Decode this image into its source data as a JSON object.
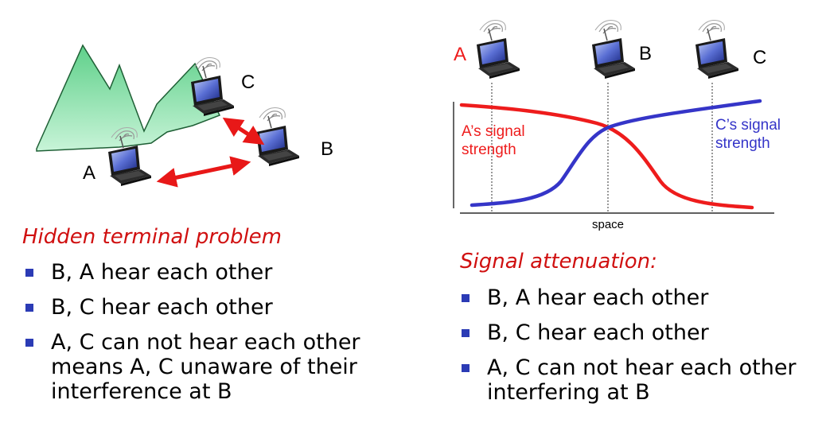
{
  "left_panel": {
    "nodes": {
      "a": "A",
      "b": "B",
      "c": "C"
    },
    "heading": "Hidden terminal problem",
    "bullets": [
      {
        "lines": [
          "B, A hear each other"
        ]
      },
      {
        "lines": [
          "B, C hear each other"
        ]
      },
      {
        "lines": [
          "A, C can not hear each other",
          "means A, C unaware of their",
          "interference at B"
        ]
      }
    ]
  },
  "right_panel": {
    "nodes": {
      "a": "A",
      "b": "B",
      "c": "C"
    },
    "curve_labels": {
      "a": [
        "A’s signal",
        "strength"
      ],
      "c": [
        "C’s signal",
        "strength"
      ]
    },
    "x_axis_label": "space",
    "heading": "Signal attenuation:",
    "bullets": [
      {
        "lines": [
          "B, A hear each other"
        ]
      },
      {
        "lines": [
          "B, C hear each other"
        ]
      },
      {
        "lines": [
          "A, C can not hear each other",
          "interfering at B"
        ]
      }
    ]
  },
  "colors": {
    "signal_a": "#ee1c1c",
    "signal_c": "#3535c8",
    "mountain": "#8fe5b0",
    "link_arrow": "#e81818",
    "heading": "#d01010",
    "bullet": "#2b3bb5"
  },
  "icons": [
    "laptop-icon",
    "wireless-signal-icon",
    "mountain-icon",
    "double-arrow-icon"
  ]
}
